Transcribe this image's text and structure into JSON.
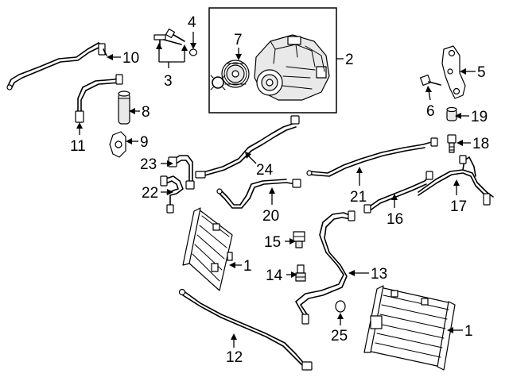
{
  "diagram": {
    "callouts": {
      "c1a": "1",
      "c1b": "1",
      "c2": "2",
      "c3": "3",
      "c4": "4",
      "c5": "5",
      "c6": "6",
      "c7": "7",
      "c8": "8",
      "c9": "9",
      "c10": "10",
      "c11": "11",
      "c12": "12",
      "c13": "13",
      "c14": "14",
      "c15": "15",
      "c16": "16",
      "c17": "17",
      "c18": "18",
      "c19": "19",
      "c20": "20",
      "c21": "21",
      "c22": "22",
      "c23": "23",
      "c24": "24",
      "c25": "25"
    }
  }
}
